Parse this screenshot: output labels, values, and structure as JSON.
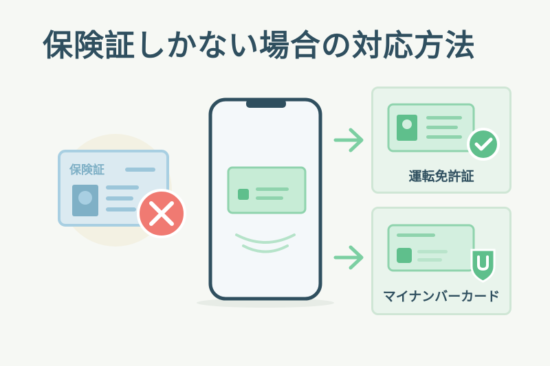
{
  "title": "保険証しかない場合の対応方法",
  "insurance_card": {
    "label": "保険証",
    "status": "invalid"
  },
  "options": [
    {
      "label": "運転免許証",
      "status": "valid"
    },
    {
      "label": "マイナンバーカード",
      "badge": "shield"
    }
  ],
  "colors": {
    "title": "#2f4f5f",
    "accent_green": "#5fbf8c",
    "card_blue": "#a8cfe2",
    "error_red": "#f07a72",
    "phone_frame": "#2f4f5f"
  },
  "icons": [
    "check-icon",
    "close-icon",
    "shield-icon",
    "arrow-right-icon",
    "person-icon",
    "nfc-wave-icon"
  ]
}
